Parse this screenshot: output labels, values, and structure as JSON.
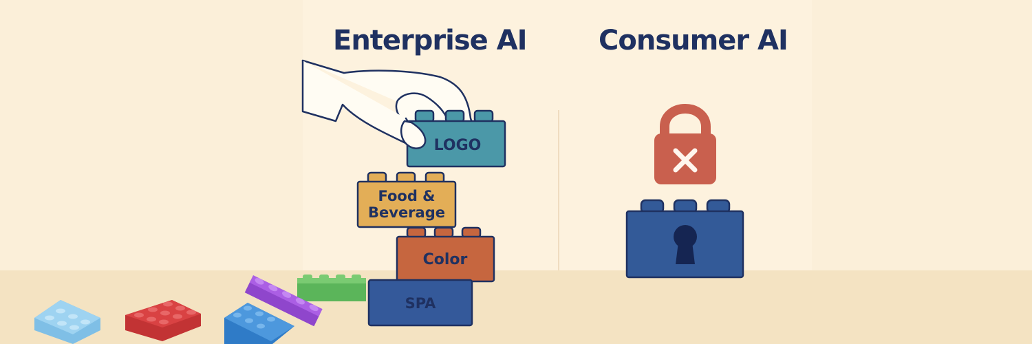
{
  "headings": {
    "enterprise": "Enterprise AI",
    "consumer": "Consumer AI"
  },
  "enterprise_stack": [
    {
      "id": "logo",
      "label_lines": [
        "LOGO"
      ],
      "color": "#4b98a8"
    },
    {
      "id": "food",
      "label_lines": [
        "Food &",
        "Beverage"
      ],
      "color": "#e3ae57"
    },
    {
      "id": "color",
      "label_lines": [
        "Color"
      ],
      "color": "#c6663f"
    },
    {
      "id": "spa",
      "label_lines": [
        "SPA"
      ],
      "color": "#34599a"
    }
  ],
  "consumer_block": {
    "color": "#335a98",
    "lock_color": "#c9604e",
    "icons": [
      "padlock-icon",
      "close-icon",
      "keyhole-icon"
    ]
  },
  "loose_bricks": [
    {
      "id": "light-blue",
      "color": "#9ed3f1"
    },
    {
      "id": "red",
      "color": "#d94243"
    },
    {
      "id": "blue",
      "color": "#2f7bc7"
    },
    {
      "id": "purple",
      "color": "#ab5fe4"
    },
    {
      "id": "green",
      "color": "#5bb55a"
    }
  ],
  "colors": {
    "background": "#fbefd9",
    "floor": "#f4e3c2",
    "heading": "#1f3161",
    "outline": "#1f3161"
  }
}
